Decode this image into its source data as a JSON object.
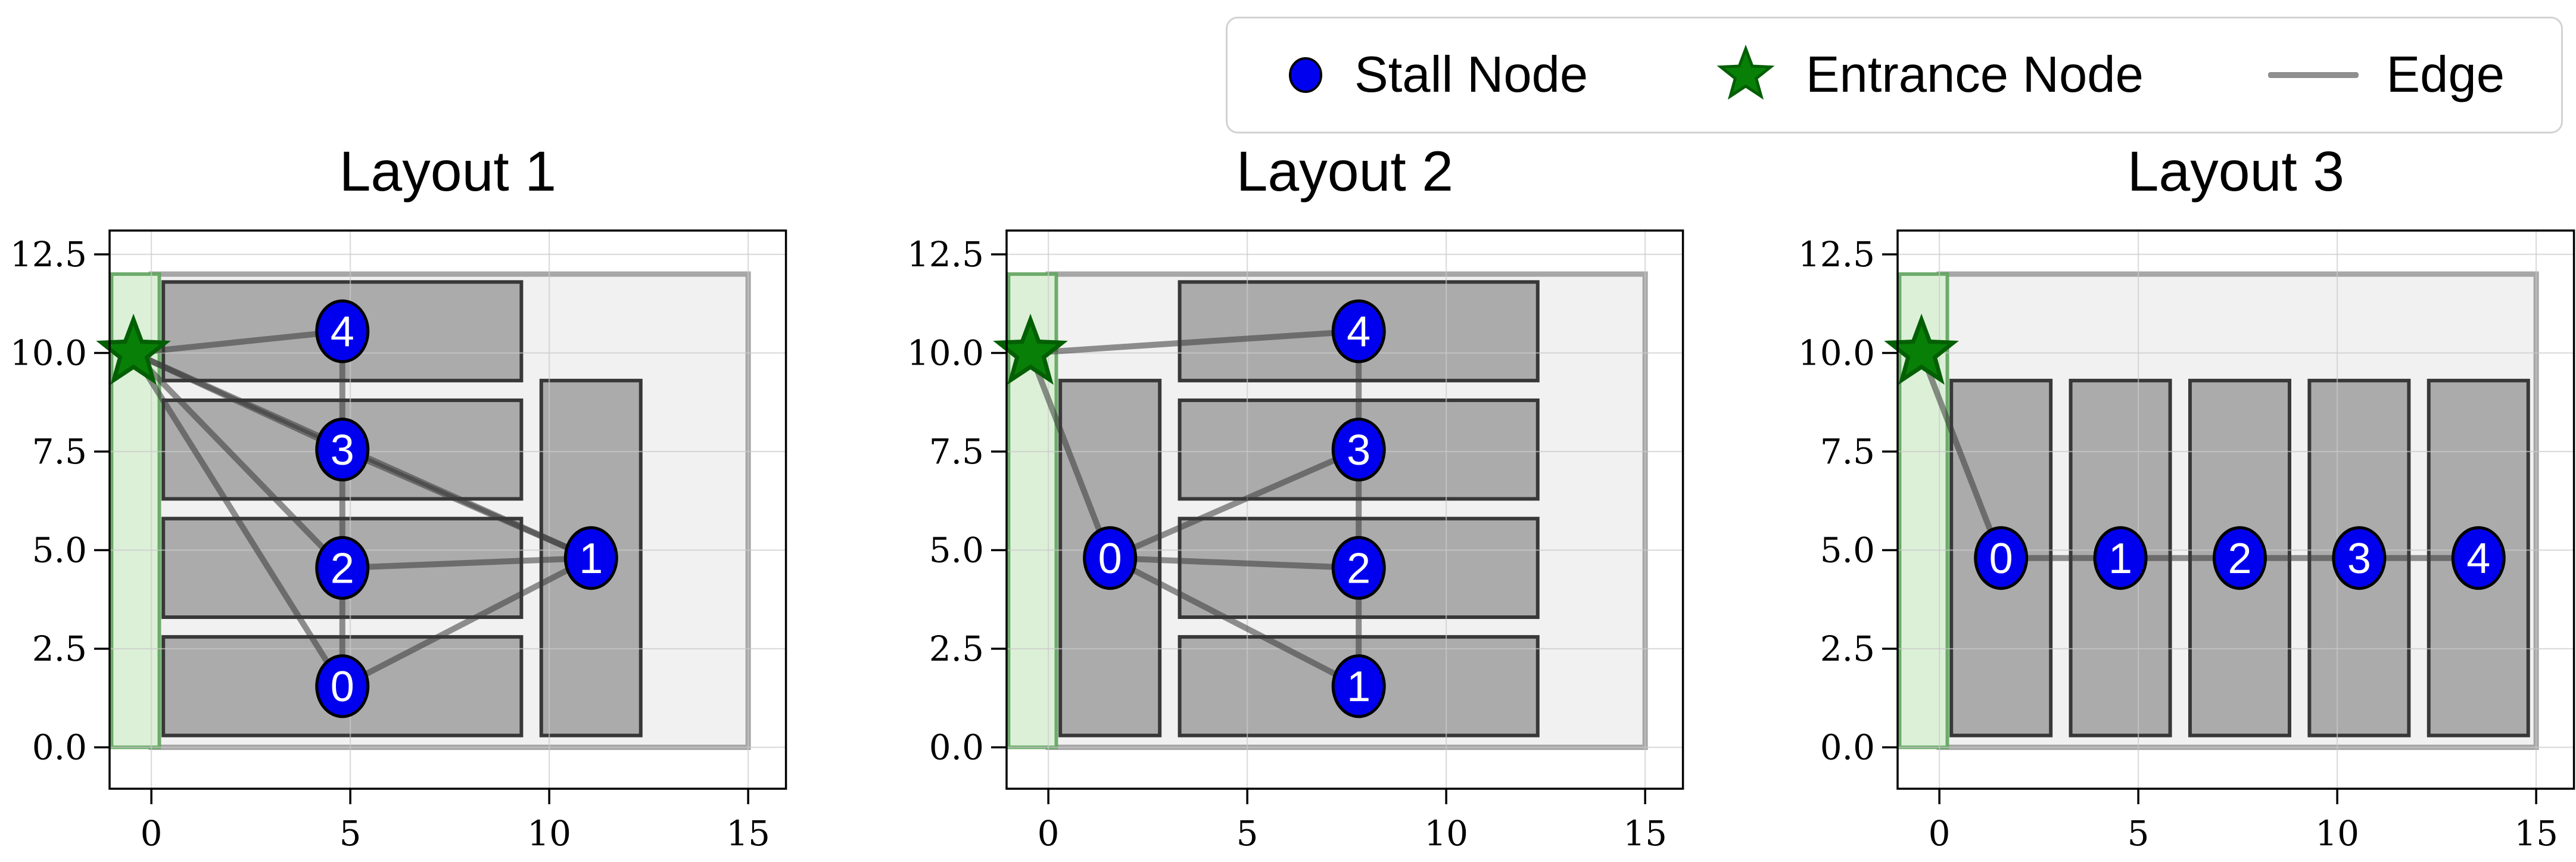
{
  "legend": {
    "items": [
      {
        "id": "stall-node",
        "label": "Stall Node",
        "marker": "circle"
      },
      {
        "id": "entrance-node",
        "label": "Entrance Node",
        "marker": "star"
      },
      {
        "id": "edge",
        "label": "Edge",
        "marker": "line"
      }
    ]
  },
  "axes": {
    "x_tick_labels": [
      "0",
      "5",
      "10",
      "15"
    ],
    "x_tick_values": [
      0,
      5,
      10,
      15
    ],
    "y_tick_labels": [
      "0.0",
      "2.5",
      "5.0",
      "7.5",
      "10.0",
      "12.5"
    ],
    "y_tick_values": [
      0,
      2.5,
      5,
      7.5,
      10,
      12.5
    ],
    "xlim": [
      -1.05,
      15.95
    ],
    "ylim": [
      -1.05,
      13.1
    ],
    "grid": true,
    "legend_position": "upper right"
  },
  "colors": {
    "stall_node": "#0000ee",
    "node_outline": "#000000",
    "node_label": "#ffffff",
    "entrance_fill": "#088008",
    "entrance_outline": "#045f04",
    "edge_line": "#383838",
    "edge_legend": "#8f8f8f",
    "stall_fill": "#ababab",
    "stall_outline": "#383838",
    "boundary_fill": "#f1f1f1",
    "boundary_outline": "#999999",
    "zone_fill": "#dcf0d8",
    "zone_outline": "#5fa35d",
    "grid": "#c9c9c9",
    "spine": "#000000",
    "tick_label": "#000000"
  },
  "chart_data": [
    {
      "type": "scatter",
      "title": "Layout 1",
      "xlim": [
        -1.05,
        15.95
      ],
      "ylim": [
        -1.05,
        13.1
      ],
      "boundary": {
        "x": 0,
        "y": 0,
        "w": 15,
        "h": 12
      },
      "entrance_zone": {
        "x": -1.0,
        "y": 0,
        "w": 1.2,
        "h": 12
      },
      "entrance": {
        "x": -0.45,
        "y": 10.0
      },
      "stalls": [
        [
          0.3,
          0.3,
          9.0,
          2.5
        ],
        [
          0.3,
          3.3,
          9.0,
          2.5
        ],
        [
          0.3,
          6.3,
          9.0,
          2.5
        ],
        [
          0.3,
          9.3,
          9.0,
          2.5
        ],
        [
          9.8,
          0.3,
          2.5,
          9.0
        ]
      ],
      "nodes": [
        {
          "id": "0",
          "x": 4.8,
          "y": 1.55
        },
        {
          "id": "1",
          "x": 11.05,
          "y": 4.8
        },
        {
          "id": "2",
          "x": 4.8,
          "y": 4.55
        },
        {
          "id": "3",
          "x": 4.8,
          "y": 7.55
        },
        {
          "id": "4",
          "x": 4.8,
          "y": 10.55
        }
      ],
      "edges": [
        [
          "E",
          "0"
        ],
        [
          "E",
          "1"
        ],
        [
          "E",
          "2"
        ],
        [
          "E",
          "3"
        ],
        [
          "E",
          "4"
        ],
        [
          "0",
          "1"
        ],
        [
          "0",
          "2"
        ],
        [
          "1",
          "2"
        ],
        [
          "1",
          "3"
        ],
        [
          "2",
          "3"
        ],
        [
          "3",
          "4"
        ]
      ]
    },
    {
      "type": "scatter",
      "title": "Layout 2",
      "xlim": [
        -1.05,
        15.95
      ],
      "ylim": [
        -1.05,
        13.1
      ],
      "boundary": {
        "x": 0,
        "y": 0,
        "w": 15,
        "h": 12
      },
      "entrance_zone": {
        "x": -1.0,
        "y": 0,
        "w": 1.2,
        "h": 12
      },
      "entrance": {
        "x": -0.45,
        "y": 10.0
      },
      "stalls": [
        [
          0.3,
          0.3,
          2.5,
          9.0
        ],
        [
          3.3,
          0.3,
          9.0,
          2.5
        ],
        [
          3.3,
          3.3,
          9.0,
          2.5
        ],
        [
          3.3,
          6.3,
          9.0,
          2.5
        ],
        [
          3.3,
          9.3,
          9.0,
          2.5
        ]
      ],
      "nodes": [
        {
          "id": "0",
          "x": 1.55,
          "y": 4.8
        },
        {
          "id": "1",
          "x": 7.8,
          "y": 1.55
        },
        {
          "id": "2",
          "x": 7.8,
          "y": 4.55
        },
        {
          "id": "3",
          "x": 7.8,
          "y": 7.55
        },
        {
          "id": "4",
          "x": 7.8,
          "y": 10.55
        }
      ],
      "edges": [
        [
          "E",
          "0"
        ],
        [
          "E",
          "4"
        ],
        [
          "0",
          "1"
        ],
        [
          "0",
          "2"
        ],
        [
          "0",
          "3"
        ],
        [
          "1",
          "2"
        ],
        [
          "2",
          "3"
        ],
        [
          "3",
          "4"
        ]
      ]
    },
    {
      "type": "scatter",
      "title": "Layout 3",
      "xlim": [
        -1.05,
        15.95
      ],
      "ylim": [
        -1.05,
        13.1
      ],
      "boundary": {
        "x": 0,
        "y": 0,
        "w": 15,
        "h": 12
      },
      "entrance_zone": {
        "x": -1.0,
        "y": 0,
        "w": 1.2,
        "h": 12
      },
      "entrance": {
        "x": -0.45,
        "y": 10.0
      },
      "stalls": [
        [
          0.3,
          0.3,
          2.5,
          9.0
        ],
        [
          3.3,
          0.3,
          2.5,
          9.0
        ],
        [
          6.3,
          0.3,
          2.5,
          9.0
        ],
        [
          9.3,
          0.3,
          2.5,
          9.0
        ],
        [
          12.3,
          0.3,
          2.5,
          9.0
        ]
      ],
      "nodes": [
        {
          "id": "0",
          "x": 1.55,
          "y": 4.8
        },
        {
          "id": "1",
          "x": 4.55,
          "y": 4.8
        },
        {
          "id": "2",
          "x": 7.55,
          "y": 4.8
        },
        {
          "id": "3",
          "x": 10.55,
          "y": 4.8
        },
        {
          "id": "4",
          "x": 13.55,
          "y": 4.8
        }
      ],
      "edges": [
        [
          "E",
          "0"
        ],
        [
          "0",
          "1"
        ],
        [
          "1",
          "2"
        ],
        [
          "2",
          "3"
        ],
        [
          "3",
          "4"
        ]
      ]
    }
  ]
}
